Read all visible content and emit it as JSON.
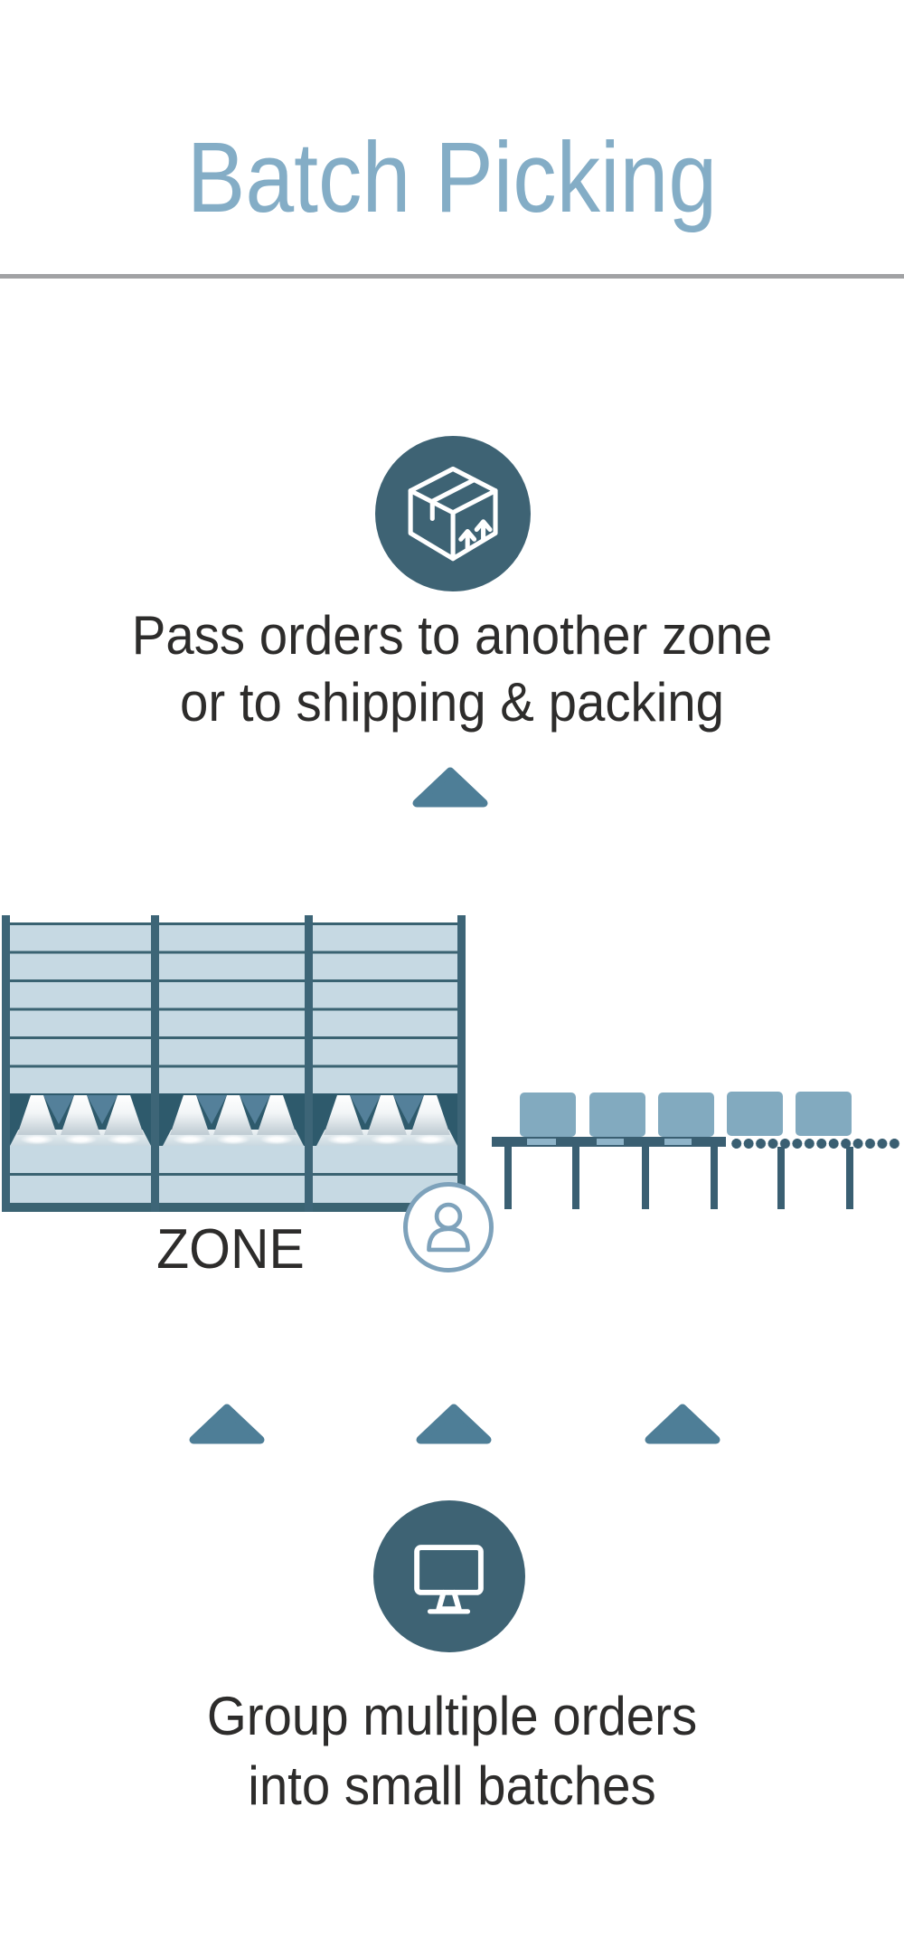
{
  "title": "Batch Picking",
  "steps": {
    "pass": {
      "icon": "package-box-icon",
      "line1": "Pass orders to another zone",
      "line2": "or to shipping & packing"
    },
    "group": {
      "icon": "monitor-icon",
      "line1": "Group multiple orders",
      "line2": "into small batches"
    }
  },
  "diagram": {
    "zone_label": "ZONE",
    "icons": [
      "rack-illustration",
      "spotlight-cluster",
      "picker-person-icon",
      "conveyor-illustration",
      "flow-arrow-up-icon"
    ]
  },
  "colors": {
    "accent_light": "#84adc6",
    "accent_dark": "#3e6374",
    "accent_mid": "#4e7e97",
    "text": "#2d2c2b",
    "divider": "#a1a2a4",
    "rack_fill": "#c6d9e3",
    "rack_line": "#3a6372",
    "post": "#3d6577",
    "band": "#2e5a6c",
    "cone_gap": "#54809a",
    "box_fill": "#82aabf",
    "conveyor": "#3a5f72",
    "pallet": "#8fb4c9",
    "person_ring": "#7ea2bb"
  }
}
